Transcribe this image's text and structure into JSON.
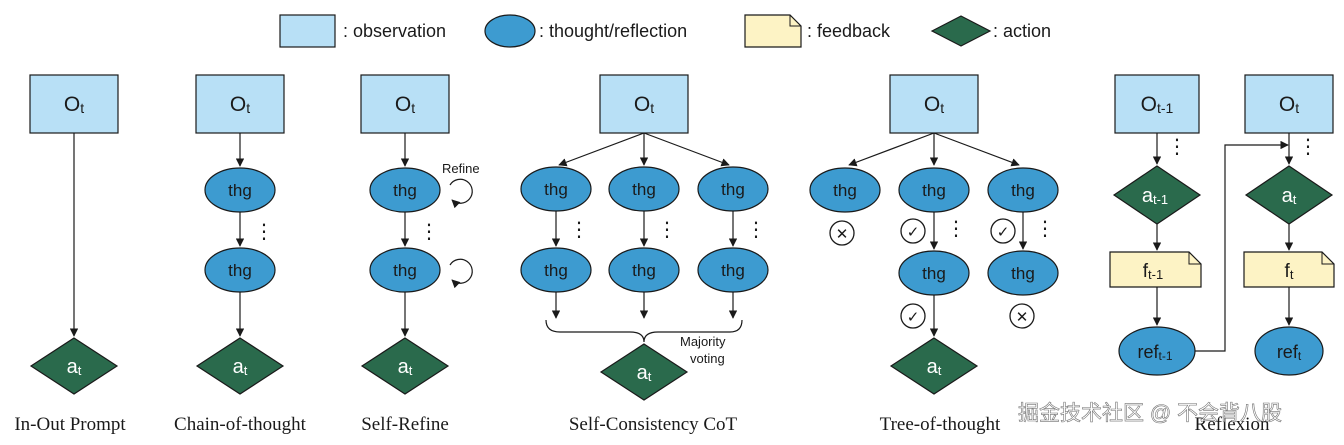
{
  "legend": {
    "observation": ": observation",
    "thought": ": thought/reflection",
    "feedback": ": feedback",
    "action": ": action"
  },
  "labels": {
    "obs": "O",
    "obs_sub_t": "t",
    "obs_sub_prev": "t-1",
    "thought": "thg",
    "action": "a",
    "action_sub_t": "t",
    "action_sub_prev": "t-1",
    "feedback": "f",
    "ref": "ref",
    "refine": "Refine",
    "majority_voting_line1": "Majority",
    "majority_voting_line2": "voting",
    "dots": "⋮",
    "cross": "✕",
    "check": "✓"
  },
  "methods": {
    "in_out": "In-Out Prompt",
    "cot": "Chain-of-thought",
    "self_refine": "Self-Refine",
    "sc_cot": "Self-Consistency CoT",
    "tot": "Tree-of-thought",
    "reflexion": "Reflexion"
  },
  "watermark": "掘金技术社区 @ 不会背八股",
  "colors": {
    "observation_fill": "#b8e0f6",
    "thought_fill": "#3d9bd0",
    "feedback_fill": "#fdf3c5",
    "action_fill": "#2a6a4c",
    "stroke": "#1a1a1a"
  }
}
